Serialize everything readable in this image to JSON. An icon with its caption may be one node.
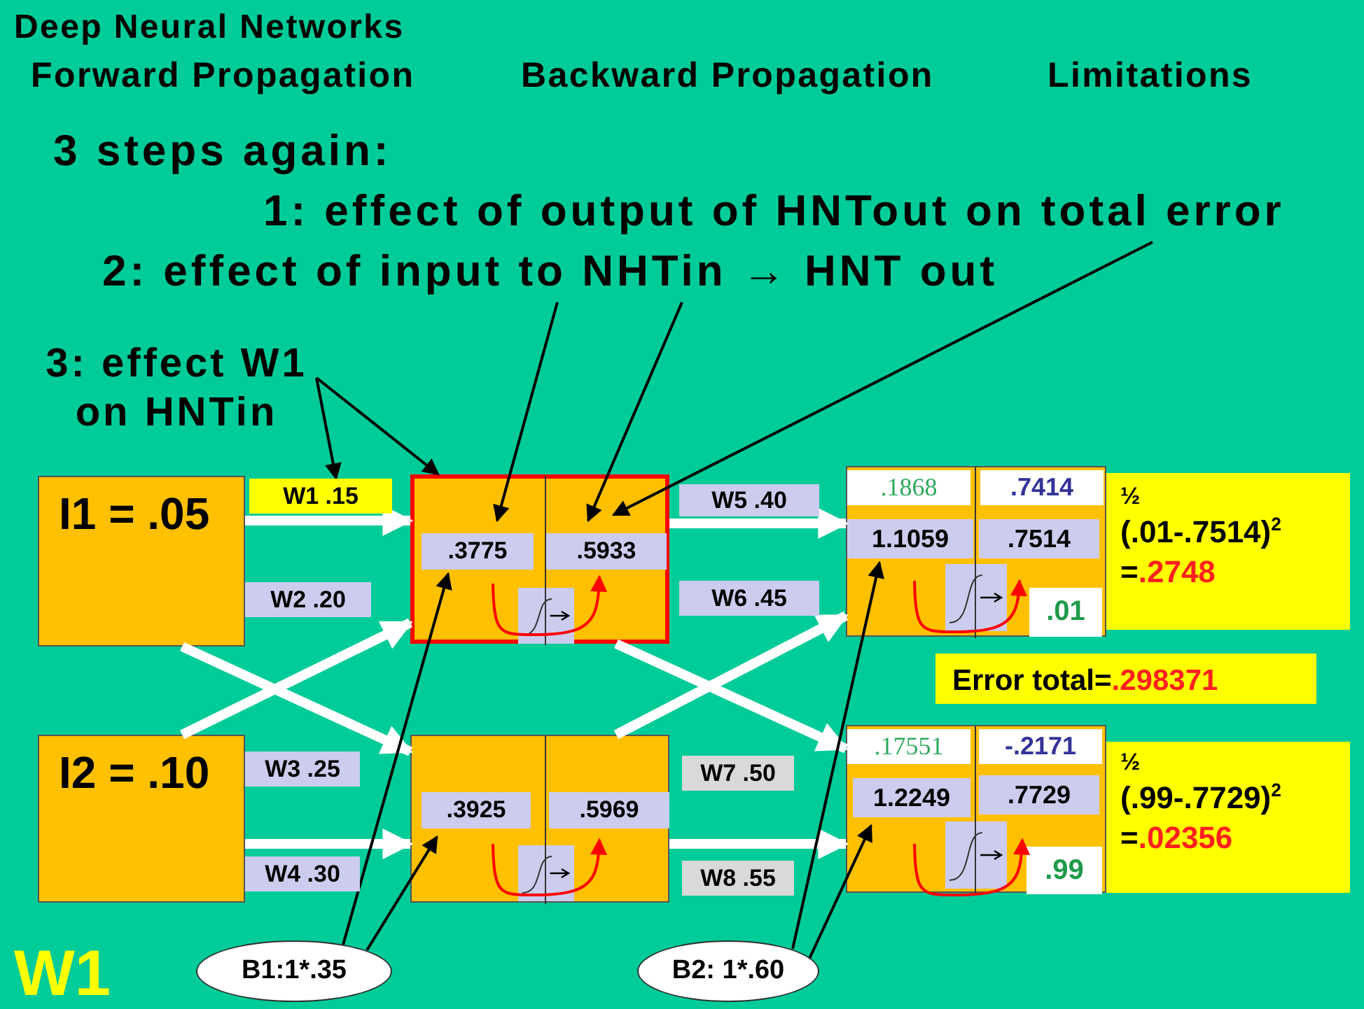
{
  "diagram": {
    "title": "Deep Neural Networks",
    "nodes": [
      {
        "text": [
          "1: effect of output of HNTout on total error"
        ]
      },
      {
        "text": [
          "2: effect of input to NHTin → HNT out"
        ]
      },
      {
        "text": [
          "3: effect W1 on HNTin"
        ]
      },
      {
        "text": [
          "I1 = .05"
        ]
      },
      {
        "text": [
          "W1 .15"
        ]
      },
      {
        "text": [],
        "shape": "box"
      },
      {
        "text": [
          ".3775"
        ],
        "in": 5
      },
      {
        "text": [
          ".5933"
        ],
        "in": 5
      },
      {
        "text": [
          "W5 .40"
        ]
      },
      {
        "text": [],
        "shape": "box"
      },
      {
        "text": [
          ".1868",
          "1.1059"
        ],
        "in": 9
      },
      {
        "text": [
          ".7414",
          ".7514",
          ".01"
        ],
        "in": 9
      },
      {
        "text": [
          "½",
          "(.01-.7514)$^{2}$",
          "=",
          ".2748"
        ]
      },
      {
        "text": [
          "W2 .20"
        ]
      },
      {
        "text": [
          "W6 .45"
        ]
      },
      {
        "text": [
          "Error total=",
          ".298371"
        ]
      },
      {
        "text": [
          "I2 = .10"
        ]
      },
      {
        "text": [
          "W3 .25"
        ]
      },
      {
        "text": [],
        "shape": "box"
      },
      {
        "text": [
          ".3925"
        ],
        "in": 18
      },
      {
        "text": [
          ".5969"
        ],
        "in": 18
      },
      {
        "text": [
          "W7 .50"
        ]
      },
      {
        "text": [],
        "shape": "box"
      },
      {
        "text": [
          ".17551",
          "1.2249"
        ],
        "in": 22
      },
      {
        "text": [
          "-.2171",
          ".7729",
          ".99"
        ],
        "in": 22
      },
      {
        "text": [
          "½",
          "(.99-.7729)$^{2}$",
          "=",
          ".02356"
        ]
      },
      {
        "text": [
          "W4 .30"
        ]
      },
      {
        "text": [
          "W8 .55"
        ]
      },
      {
        "text": [
          "B1:1*.35"
        ]
      },
      {
        "text": [
          "B2: 1*.60"
        ]
      }
    ],
    "edges": [
      {
        "from": 3,
        "to": 5,
        "arrow": "to",
        "style": "thick",
        "color": "#ffffff"
      },
      {
        "from": 16,
        "to": 5,
        "arrow": "to",
        "style": "thick",
        "color": "#ffffff"
      },
      {
        "from": 3,
        "to": 18,
        "arrow": "to",
        "style": "thick",
        "color": "#ffffff"
      },
      {
        "from": 16,
        "to": 18,
        "arrow": "to",
        "style": "thick",
        "color": "#ffffff"
      },
      {
        "from": 5,
        "to": 9,
        "arrow": "to",
        "style": "thick",
        "color": "#ffffff"
      },
      {
        "from": 18,
        "to": 9,
        "arrow": "to",
        "style": "thick",
        "color": "#ffffff"
      },
      {
        "from": 5,
        "to": 22,
        "arrow": "to",
        "style": "thick",
        "color": "#ffffff"
      },
      {
        "from": 18,
        "to": 22,
        "arrow": "to",
        "style": "thick",
        "color": "#ffffff"
      },
      {
        "from": 0,
        "to": 7,
        "arrow": "to"
      },
      {
        "from": 1,
        "to": 6,
        "arrow": "to"
      },
      {
        "from": 1,
        "to": 7,
        "arrow": "to"
      },
      {
        "from": 2,
        "to": 4,
        "arrow": "to"
      },
      {
        "from": 2,
        "to": 5,
        "arrow": "to"
      },
      {
        "from": 28,
        "to": 6,
        "arrow": "to"
      },
      {
        "from": 28,
        "to": 19,
        "arrow": "to"
      },
      {
        "from": 29,
        "to": 10,
        "arrow": "to"
      },
      {
        "from": 29,
        "to": 23,
        "arrow": "to"
      },
      {
        "from": 6,
        "to": 7,
        "arrow": "to",
        "color": "#ff0000"
      },
      {
        "from": 19,
        "to": 20,
        "arrow": "to",
        "color": "#ff0000"
      },
      {
        "from": 10,
        "to": 11,
        "arrow": "to",
        "color": "#ff0000"
      },
      {
        "from": 23,
        "to": 24,
        "arrow": "to",
        "color": "#ff0000"
      }
    ],
    "labels": [
      "Forward Propagation",
      "Backward Propagation",
      "Limitations",
      "3 steps again:",
      "W1"
    ]
  }
}
